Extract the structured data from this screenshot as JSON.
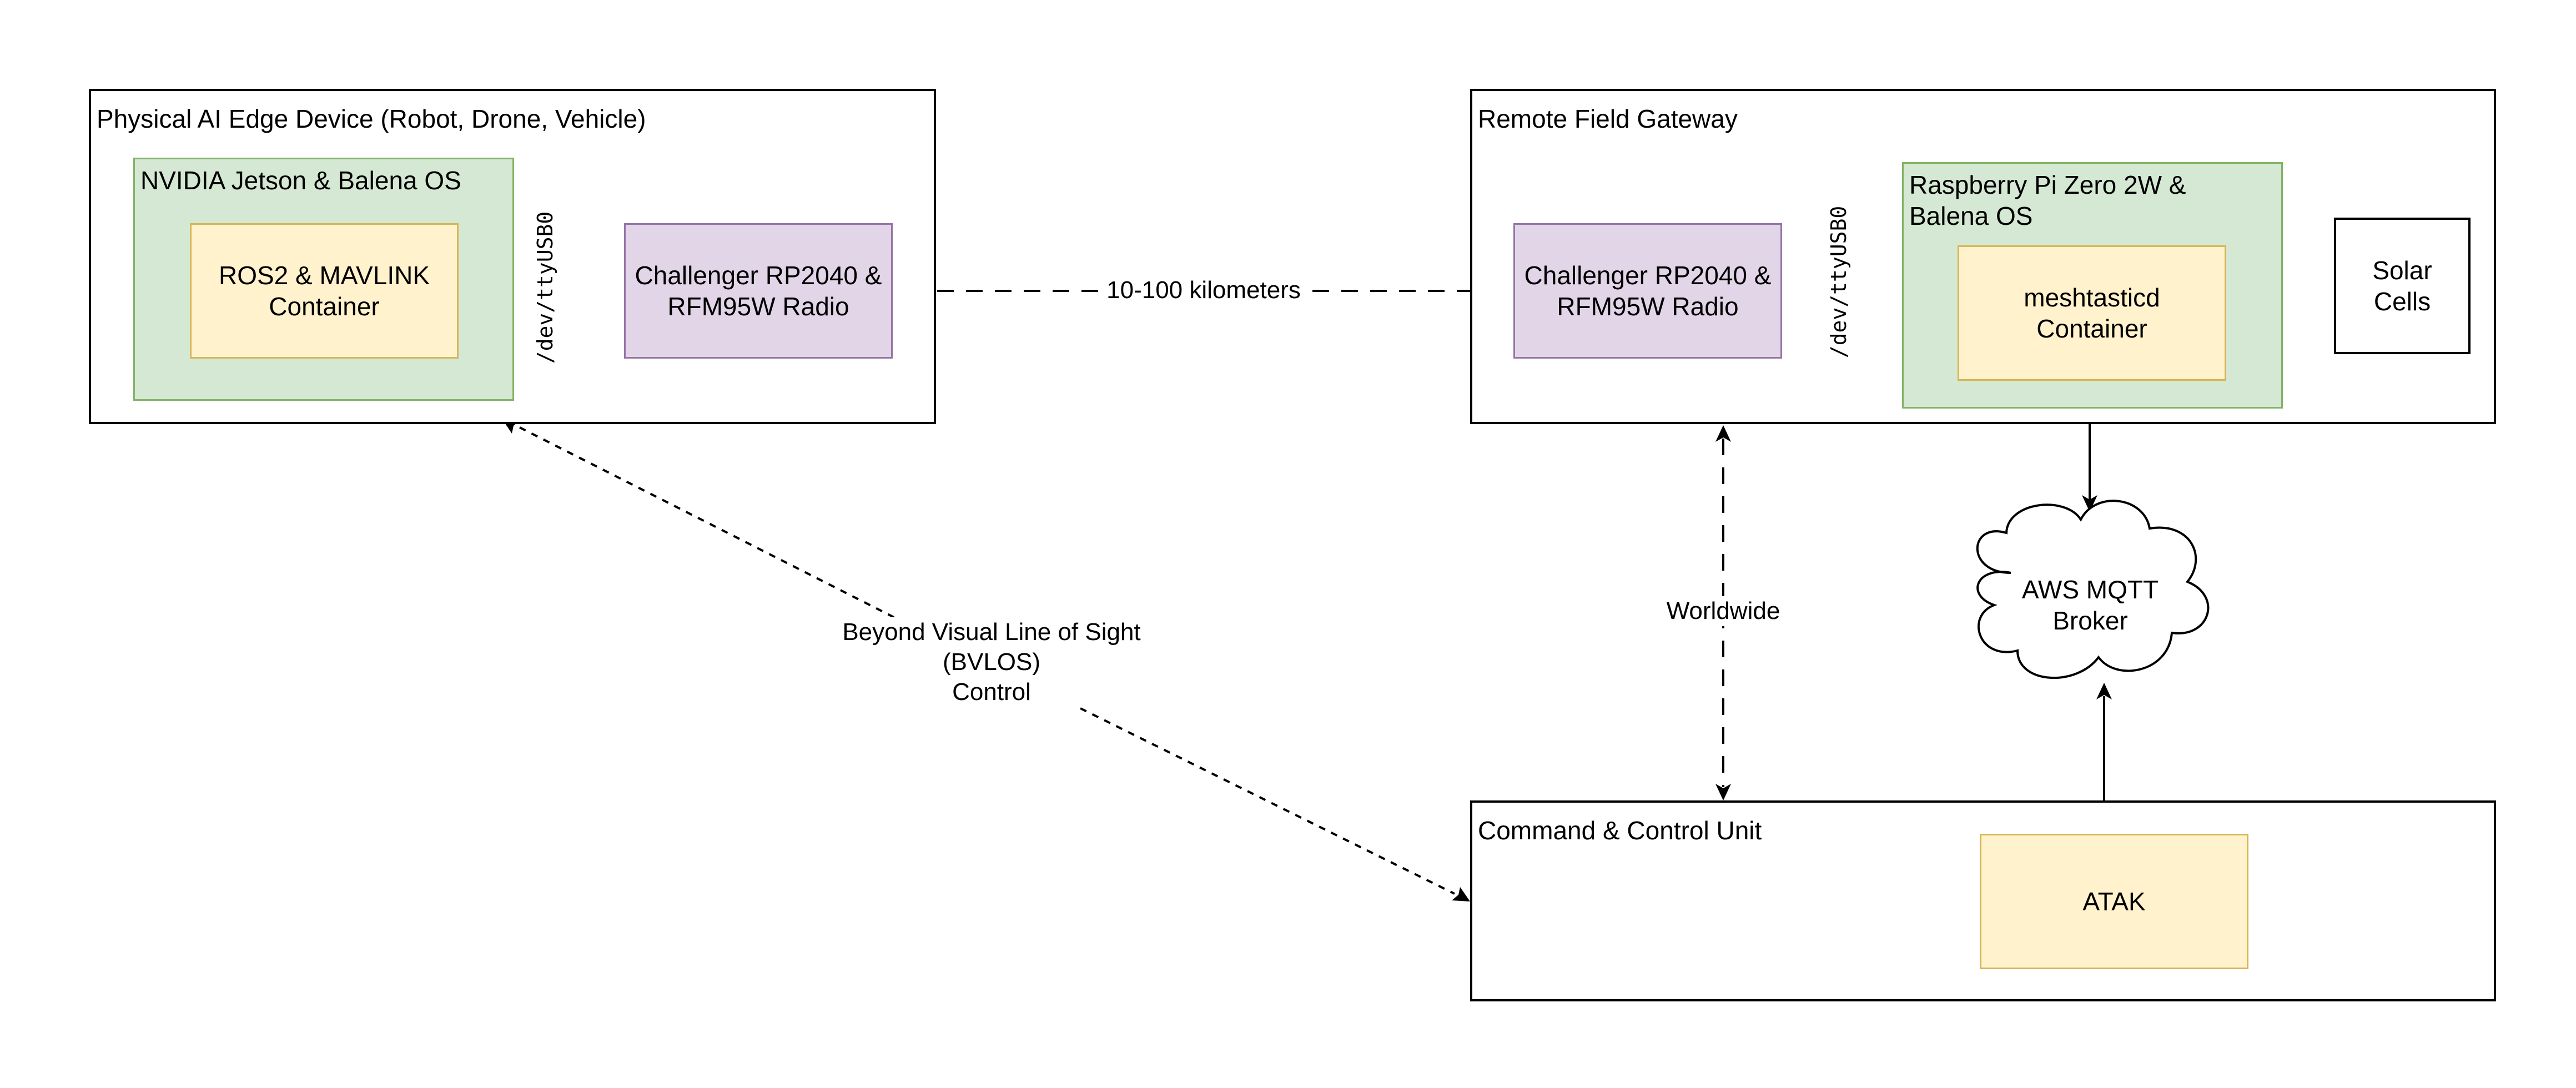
{
  "edge_device": {
    "title": "Physical AI Edge Device (Robot, Drone, Vehicle)",
    "jetson": "NVIDIA Jetson & Balena OS",
    "ros_container": "ROS2 & MAVLINK\nContainer",
    "radio": "Challenger RP2040 &\nRFM95W Radio",
    "serial": "/dev/ttyUSB0"
  },
  "gateway": {
    "title": "Remote Field Gateway",
    "radio": "Challenger RP2040 &\nRFM95W Radio",
    "serial": "/dev/ttyUSB0",
    "pi": "Raspberry Pi Zero 2W &\nBalena OS",
    "meshtastic": "meshtasticd\nContainer",
    "solar": "Solar\nCells"
  },
  "cloud": {
    "label": "AWS MQTT\nBroker"
  },
  "command": {
    "title": "Command & Control Unit",
    "atak": "ATAK"
  },
  "edges": {
    "range": "10-100 kilometers",
    "worldwide": "Worldwide",
    "bvlos": "Beyond Visual Line of Sight\n(BVLOS)\nControl"
  },
  "colors": {
    "green_fill": "#d5e8d4",
    "green_stroke": "#82b366",
    "yellow_fill": "#fff2cc",
    "yellow_stroke": "#d6b656",
    "purple_fill": "#e1d5e7",
    "purple_stroke": "#9673a6"
  }
}
